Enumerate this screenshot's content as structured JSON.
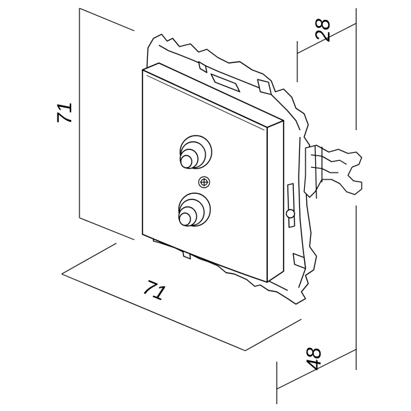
{
  "dimensions": {
    "height": "71",
    "width": "71",
    "depth_front": "28",
    "depth_total": "48"
  },
  "colors": {
    "line": "#000000",
    "background": "#ffffff"
  }
}
